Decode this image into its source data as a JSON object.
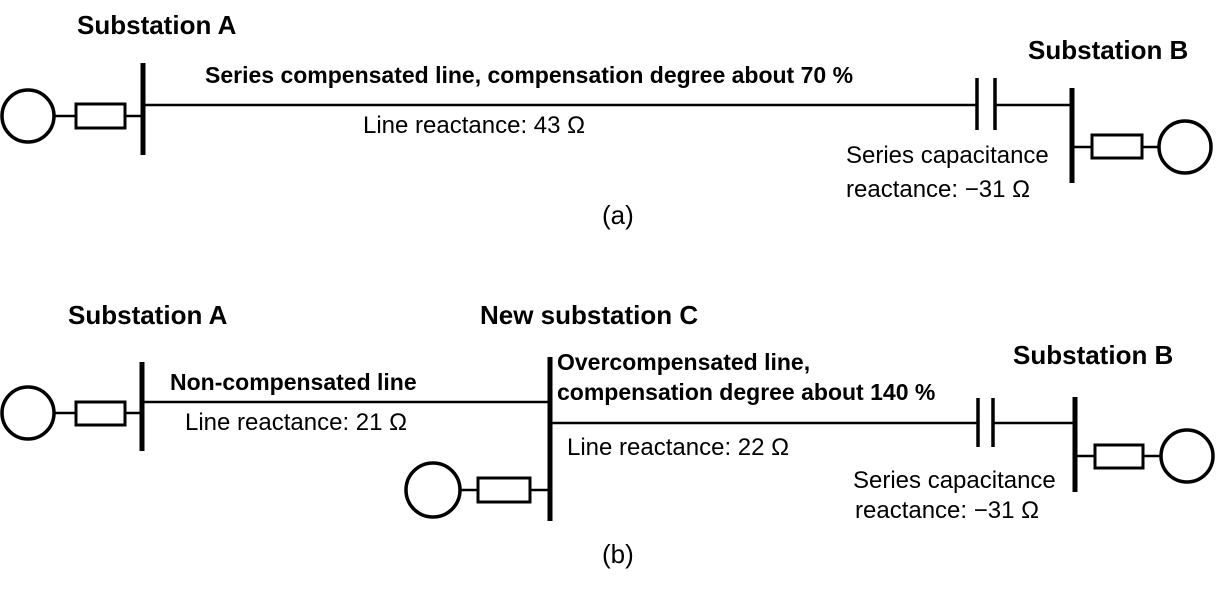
{
  "diagram_a": {
    "caption": "(a)",
    "substation_a_title": "Substation A",
    "substation_b_title": "Substation B",
    "line_label": "Series compensated line, compensation degree about 70 %",
    "line_reactance": "Line reactance: 43 Ω",
    "capacitance_label_line1": "Series capacitance",
    "capacitance_label_line2": "reactance: −31 Ω"
  },
  "diagram_b": {
    "caption": "(b)",
    "substation_a_title": "Substation A",
    "substation_c_title": "New substation C",
    "substation_b_title": "Substation B",
    "line_ac_label": "Non-compensated line",
    "line_ac_reactance": "Line reactance: 21 Ω",
    "line_cb_label_line1": "Overcompensated line,",
    "line_cb_label_line2": "compensation degree about 140 %",
    "line_cb_reactance": "Line reactance: 22 Ω",
    "capacitance_label_line1": "Series capacitance",
    "capacitance_label_line2": "reactance: −31 Ω"
  },
  "colors": {
    "ink": "#000000",
    "background": "#ffffff"
  }
}
